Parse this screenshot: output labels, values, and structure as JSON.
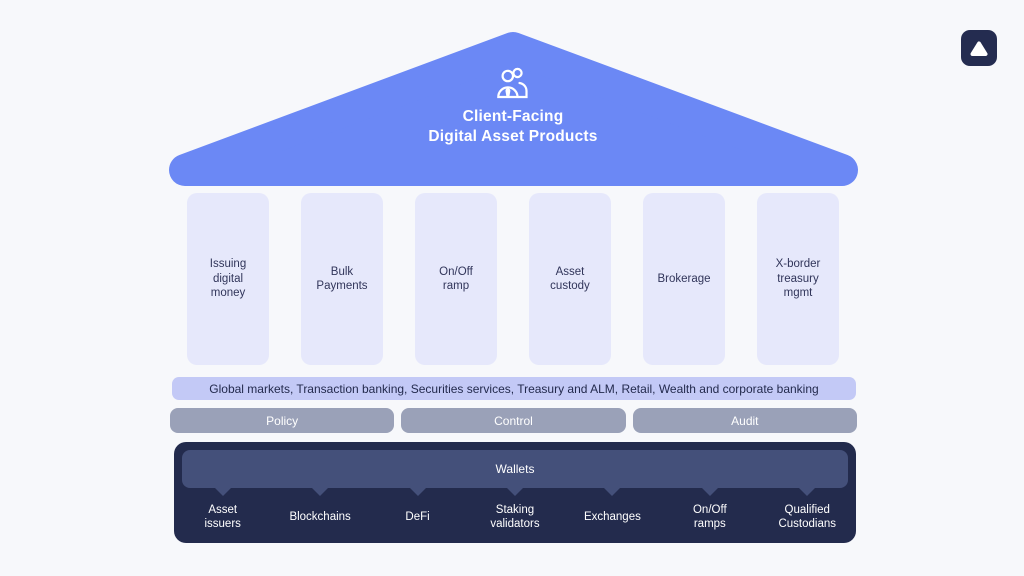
{
  "theme": {
    "background": "#f7f8fb",
    "roof_blue": "#6b88f5",
    "column_fill": "#e6e8fb",
    "column_text": "#31355a",
    "markets_band_fill": "#c3c9f6",
    "governance_bar_fill": "#9aa1b8",
    "footer_fill": "#232b4d",
    "wallets_bar_fill": "#44507a",
    "logo_fill": "#242c50"
  },
  "roof": {
    "icon": "users-icon",
    "title": "Client-Facing\nDigital Asset Products"
  },
  "products": {
    "columns": [
      {
        "label": "Issuing\ndigital\nmoney"
      },
      {
        "label": "Bulk\nPayments"
      },
      {
        "label": "On/Off\nramp"
      },
      {
        "label": "Asset\ncustody"
      },
      {
        "label": "Brokerage"
      },
      {
        "label": "X-border\ntreasury\nmgmt"
      }
    ]
  },
  "markets_bar": {
    "label": "Global markets, Transaction banking, Securities services, Treasury and ALM, Retail, Wealth and corporate banking"
  },
  "governance_bars": [
    {
      "label": "Policy"
    },
    {
      "label": "Control"
    },
    {
      "label": "Audit"
    }
  ],
  "infrastructure": {
    "wallets_label": "Wallets",
    "items": [
      {
        "label": "Asset\nissuers"
      },
      {
        "label": "Blockchains"
      },
      {
        "label": "DeFi"
      },
      {
        "label": "Staking\nvalidators"
      },
      {
        "label": "Exchanges"
      },
      {
        "label": "On/Off\nramps"
      },
      {
        "label": "Qualified\nCustodians"
      }
    ]
  },
  "logo": {
    "icon": "triangle-logo"
  }
}
